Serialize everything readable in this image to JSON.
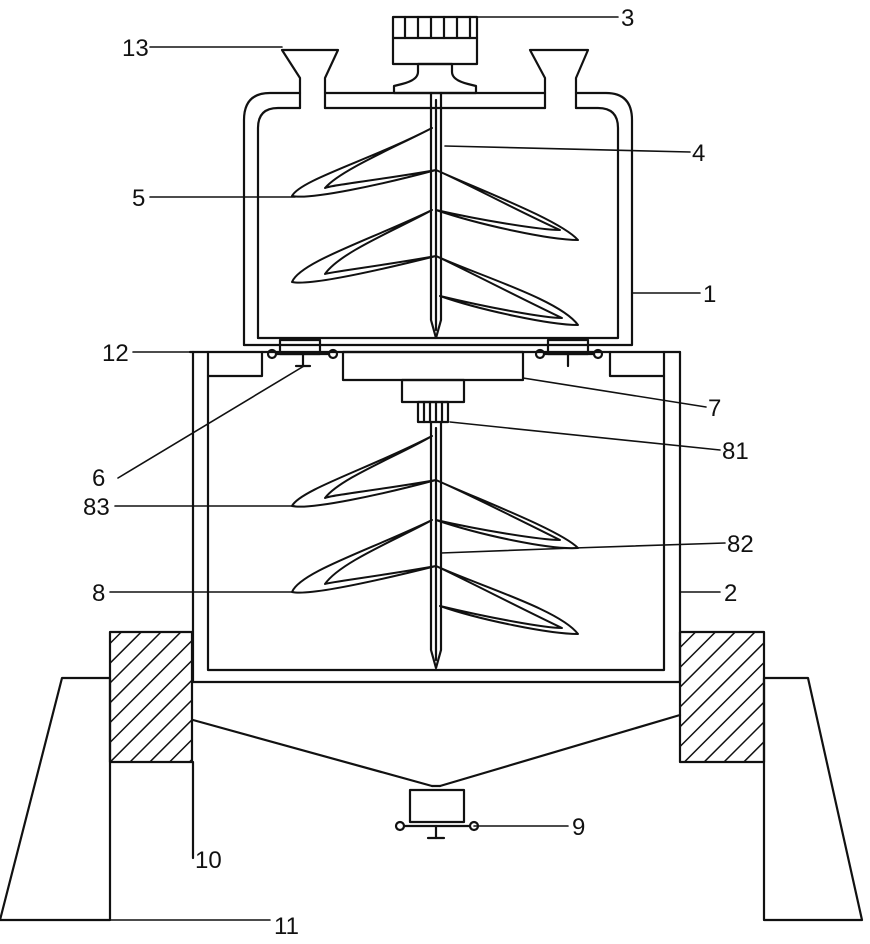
{
  "labels": {
    "l1": "1",
    "l2": "2",
    "l3": "3",
    "l4": "4",
    "l5": "5",
    "l6": "6",
    "l7": "7",
    "l8": "8",
    "l9": "9",
    "l10": "10",
    "l11": "11",
    "l12": "12",
    "l13": "13",
    "l81": "81",
    "l82": "82",
    "l83": "83"
  },
  "colors": {
    "line": "#111111",
    "background": "#ffffff"
  }
}
